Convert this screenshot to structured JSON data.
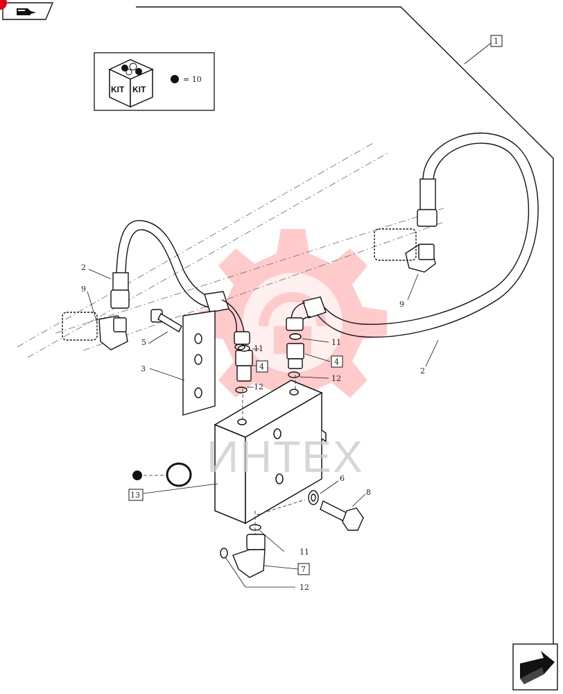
{
  "header_tab": {
    "icon": "book-arrow-icon",
    "corner_badge_color": "#e0001a"
  },
  "kit_box": {
    "kit_text_1": "KIT",
    "kit_text_2": "KIT",
    "equation": "= 10"
  },
  "callouts": {
    "c1": "1",
    "c2a": "2",
    "c2b": "2",
    "c3": "3",
    "c4a": "4",
    "c4b": "4",
    "c5": "5",
    "c6": "6",
    "c7": "7",
    "c8": "8",
    "c9a": "9",
    "c9b": "9",
    "c11a": "11",
    "c11b": "11",
    "c11c": "11",
    "c12a": "12",
    "c12b": "12",
    "c12c": "12",
    "c13": "13"
  },
  "watermark": {
    "text": "ИНТЕХ",
    "gear_color": "#ff6b6b"
  },
  "nav": {
    "next_icon": "next-page-arrow-icon"
  }
}
